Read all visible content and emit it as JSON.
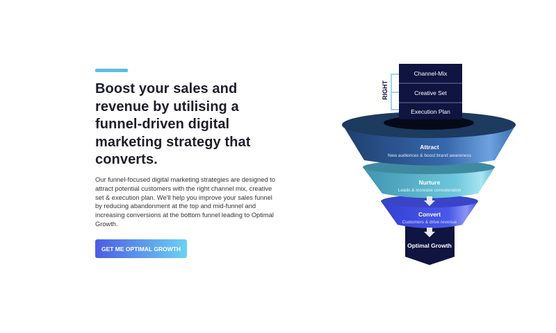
{
  "hero": {
    "heading": "Boost your sales and revenue by utilising a funnel-driven digital marketing strategy that converts.",
    "body": "Our funnel-focused digital marketing strategies are designed to attract potential customers with the right channel mix, creative set & execution plan. We'll help you improve your sales funnel by reducing abandonment at the top and mid-funnel and increasing conversions at the bottom funnel leading to Optimal Growth.",
    "cta_label": "GET ME OPTIMAL GROWTH"
  },
  "funnel": {
    "bracket_label": "RIGHT",
    "inputs": [
      "Channel-Mix",
      "Creative Set",
      "Execution Plan"
    ],
    "stages": [
      {
        "title": "Attract",
        "subtitle": "New audiences & boost brand awareness"
      },
      {
        "title": "Nurture",
        "subtitle": "Leads & increase consideration"
      },
      {
        "title": "Convert",
        "subtitle": "Customers & drive revenue"
      }
    ],
    "output": "Optimal Growth"
  },
  "colors": {
    "accent": "#5bbde8",
    "navy": "#0f1440",
    "attract": "#2e5a93",
    "nurture": "#5ab7cf",
    "convert": "#4450e0"
  }
}
